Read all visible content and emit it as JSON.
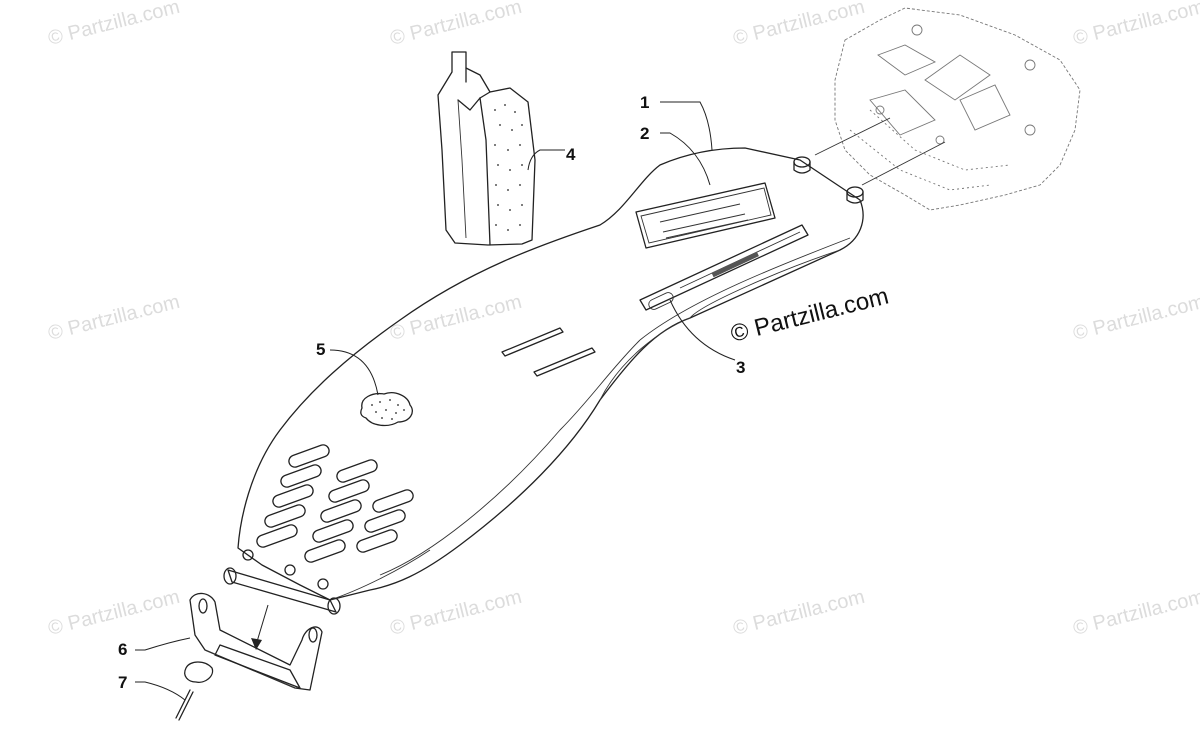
{
  "watermark": {
    "text": "© Partzilla.com",
    "main_text": "© Partzilla.com"
  },
  "callouts": [
    {
      "label": "1"
    },
    {
      "label": "2"
    },
    {
      "label": "3"
    },
    {
      "label": "4"
    },
    {
      "label": "5"
    },
    {
      "label": "6"
    },
    {
      "label": "7"
    }
  ],
  "parts": {
    "belly_pan": "belly-pan",
    "decal_warning": "warning-decal",
    "decal_logo": "logo-decal",
    "heat_shield": "heat-shield",
    "foam_pad": "foam-pad",
    "tow_hitch": "tow-hitch",
    "pin": "pin"
  },
  "colors": {
    "line": "#222222",
    "watermark": "#dcdcdc",
    "background": "#ffffff"
  }
}
